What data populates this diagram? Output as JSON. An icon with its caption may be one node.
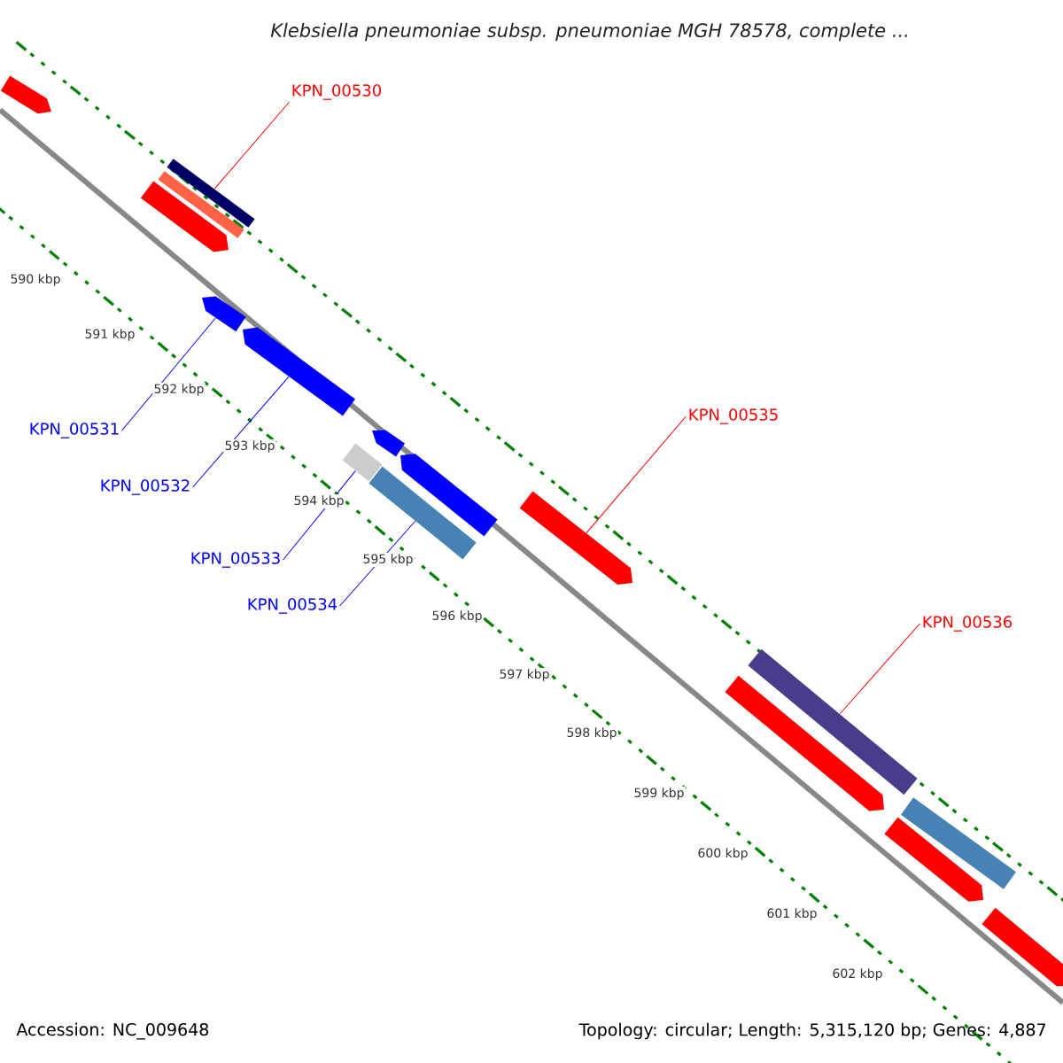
{
  "diagram": {
    "title": "Klebsiella pneumoniae subsp. pneumoniae MGH 78578, complete ...",
    "nodes": [
      {
        "text": [
          "KPN_00530"
        ]
      },
      {
        "text": [
          "KPN_00531"
        ]
      },
      {
        "text": [
          "KPN_00532"
        ]
      },
      {
        "text": [
          "KPN_00533"
        ]
      },
      {
        "text": [
          "KPN_00534"
        ]
      },
      {
        "text": [
          "KPN_00535"
        ]
      },
      {
        "text": [
          "KPN_00536"
        ]
      },
      {
        "text": [],
        "shape": "bar"
      },
      {
        "text": [],
        "shape": "bar"
      },
      {
        "text": [],
        "shape": "bar"
      },
      {
        "text": [],
        "shape": "bar"
      },
      {
        "text": [],
        "shape": "bar"
      },
      {
        "text": [],
        "shape": "bar"
      },
      {
        "text": [],
        "shape": "bar"
      },
      {
        "text": [],
        "shape": "bar"
      },
      {
        "text": [],
        "shape": "bar"
      },
      {
        "text": [],
        "shape": "bar"
      },
      {
        "text": [],
        "shape": "bar"
      },
      {
        "text": [],
        "shape": "bar"
      },
      {
        "text": [],
        "shape": "bar"
      },
      {
        "text": [],
        "shape": "bar"
      },
      {
        "text": [],
        "shape": "bar"
      },
      {
        "text": [],
        "shape": "bar"
      }
    ],
    "edges": [
      {
        "from": 0,
        "to": 8,
        "arrow": "none",
        "color": "#ff0000"
      },
      {
        "from": 1,
        "to": 11,
        "arrow": "none",
        "color": "#0000ff"
      },
      {
        "from": 2,
        "to": 12,
        "arrow": "none",
        "color": "#0000ff"
      },
      {
        "from": 3,
        "to": 15,
        "arrow": "none",
        "color": "#0000ff"
      },
      {
        "from": 4,
        "to": 16,
        "arrow": "none",
        "color": "#0000ff"
      },
      {
        "from": 5,
        "to": 17,
        "arrow": "none",
        "color": "#ff0000"
      },
      {
        "from": 6,
        "to": 18,
        "arrow": "none",
        "color": "#ff0000"
      }
    ],
    "labels": [
      "590 kbp",
      "591 kbp",
      "592 kbp",
      "593 kbp",
      "594 kbp",
      "595 kbp",
      "596 kbp",
      "597 kbp",
      "598 kbp",
      "599 kbp",
      "600 kbp",
      "601 kbp",
      "602 kbp",
      "Accession: NC_009648",
      "Topology: circular; Length: 5,315,120 bp; Genes: 4,887"
    ]
  }
}
